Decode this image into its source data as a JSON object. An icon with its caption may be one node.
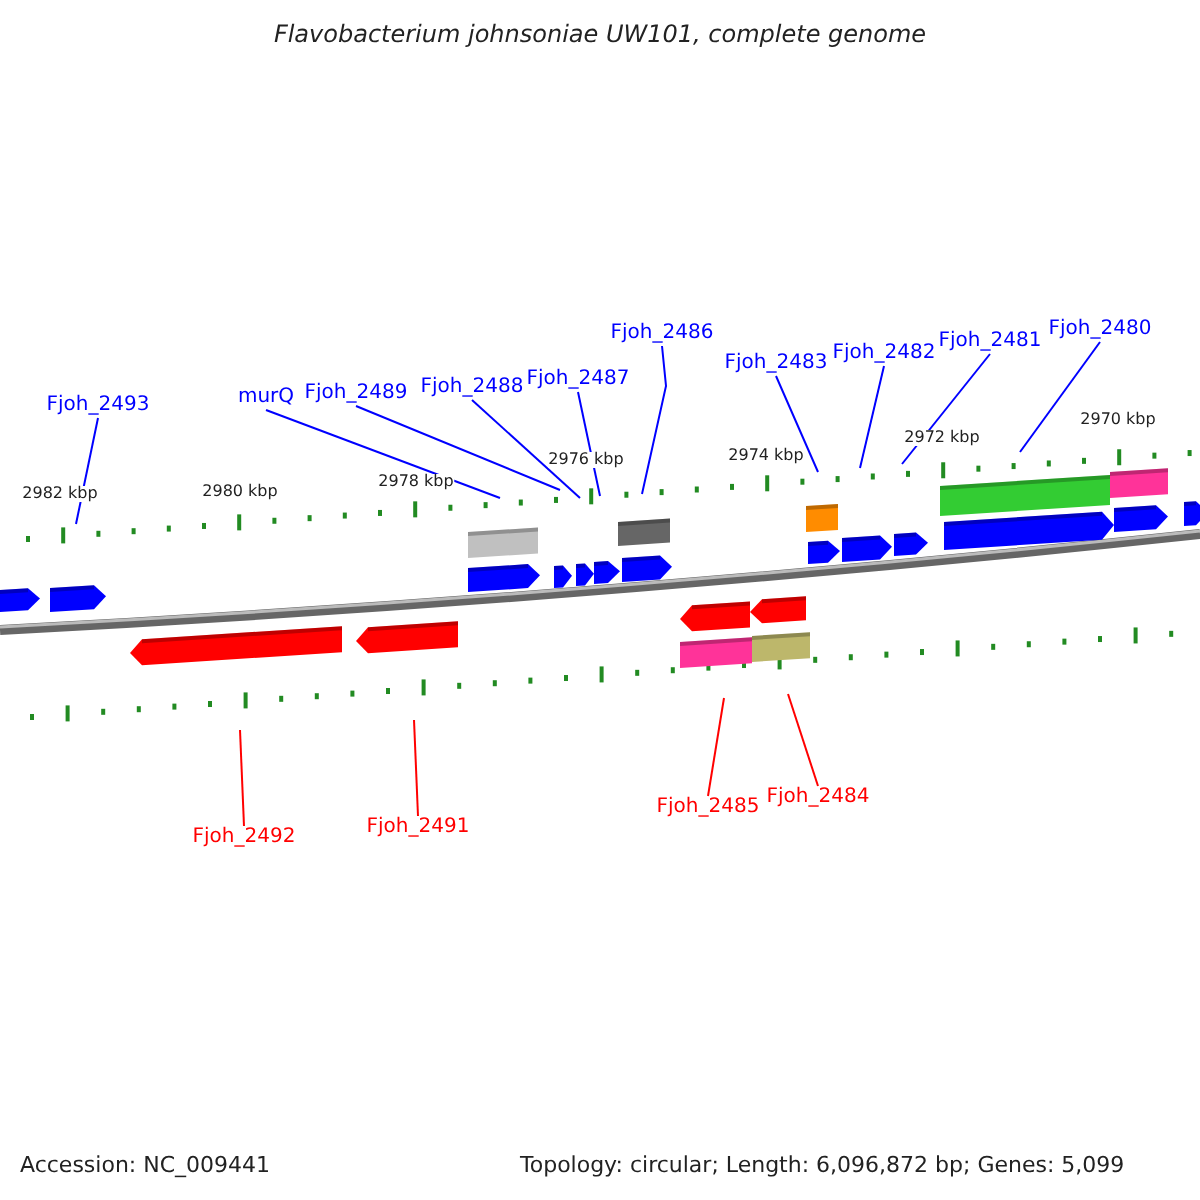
{
  "diagram": {
    "title": "Flavobacterium johnsoniae UW101, complete genome",
    "nodes": [
      {
        "text": [
          "Fjoh_2493"
        ]
      },
      {
        "text": [
          "murQ"
        ]
      },
      {
        "text": [
          "Fjoh_2489"
        ]
      },
      {
        "text": [
          "Fjoh_2488"
        ]
      },
      {
        "text": [
          "Fjoh_2487"
        ]
      },
      {
        "text": [
          "Fjoh_2486"
        ]
      },
      {
        "text": [
          "Fjoh_2483"
        ]
      },
      {
        "text": [
          "Fjoh_2482"
        ]
      },
      {
        "text": [
          "Fjoh_2481"
        ]
      },
      {
        "text": [
          "Fjoh_2480"
        ]
      },
      {
        "text": [
          "Fjoh_2492"
        ]
      },
      {
        "text": [
          "Fjoh_2491"
        ]
      },
      {
        "text": [
          "Fjoh_2485"
        ]
      },
      {
        "text": [
          "Fjoh_2484"
        ]
      }
    ],
    "edges": [
      {
        "from": 0,
        "to": null,
        "arrow": "none"
      },
      {
        "from": 1,
        "to": null,
        "arrow": "none"
      },
      {
        "from": 2,
        "to": null,
        "arrow": "none"
      },
      {
        "from": 3,
        "to": null,
        "arrow": "none"
      },
      {
        "from": 4,
        "to": null,
        "arrow": "none"
      },
      {
        "from": 5,
        "to": null,
        "arrow": "none"
      },
      {
        "from": 6,
        "to": null,
        "arrow": "none"
      },
      {
        "from": 7,
        "to": null,
        "arrow": "none"
      },
      {
        "from": 8,
        "to": null,
        "arrow": "none"
      },
      {
        "from": 9,
        "to": null,
        "arrow": "none"
      },
      {
        "from": 10,
        "to": null,
        "arrow": "none",
        "color": "#ff0000"
      },
      {
        "from": 11,
        "to": null,
        "arrow": "none",
        "color": "#ff0000"
      },
      {
        "from": 12,
        "to": null,
        "arrow": "none",
        "color": "#ff0000"
      },
      {
        "from": 13,
        "to": null,
        "arrow": "none",
        "color": "#ff0000"
      }
    ],
    "labels": [
      "2982 kbp",
      "2980 kbp",
      "2978 kbp",
      "2976 kbp",
      "2974 kbp",
      "2972 kbp",
      "2970 kbp",
      "Accession: NC_009441",
      "Topology: circular; Length: 6,096,872 bp; Genes: 5,099"
    ]
  }
}
